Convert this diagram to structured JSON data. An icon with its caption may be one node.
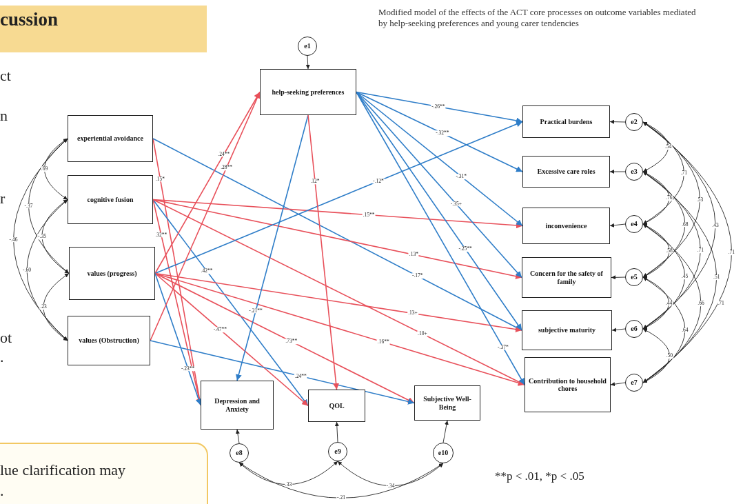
{
  "diagram": {
    "title": "Modified model of the effects of the ACT core processes on outcome variables mediated by help-seeking preferences and young carer tendencies",
    "nodes": [
      {
        "text": [
          "experiential avoidance"
        ]
      },
      {
        "text": [
          "cognitive fusion"
        ]
      },
      {
        "text": [
          "values (progress)"
        ]
      },
      {
        "text": [
          "values (Obstruction)"
        ]
      },
      {
        "text": [
          "e1"
        ]
      },
      {
        "text": [
          "help-seeking preferences"
        ]
      },
      {
        "text": [
          "Practical burdens"
        ]
      },
      {
        "text": [
          "Excessive care roles"
        ]
      },
      {
        "text": [
          "inconvenience"
        ]
      },
      {
        "text": [
          "Concern for the safety of family"
        ]
      },
      {
        "text": [
          "subjective maturity"
        ]
      },
      {
        "text": [
          "Contribution to household chores"
        ]
      },
      {
        "text": [
          "e2"
        ]
      },
      {
        "text": [
          "e3"
        ]
      },
      {
        "text": [
          "e4"
        ]
      },
      {
        "text": [
          "e5"
        ]
      },
      {
        "text": [
          "e6"
        ]
      },
      {
        "text": [
          "e7"
        ]
      },
      {
        "text": [
          "Depression and Anxiety"
        ]
      },
      {
        "text": [
          "QOL"
        ]
      },
      {
        "text": [
          "Subjective Well-Being"
        ]
      },
      {
        "text": [
          "e8"
        ]
      },
      {
        "text": [
          "e9"
        ]
      },
      {
        "text": [
          "e10"
        ]
      }
    ],
    "edges": [
      {
        "from": 0,
        "to": 18,
        "arrow": "to",
        "label": ".15*",
        "color": "#e8505a"
      },
      {
        "from": 0,
        "to": 10,
        "arrow": "to",
        "label": "-.17*",
        "color": "#2e7dc8"
      },
      {
        "from": 1,
        "to": 18,
        "arrow": "to",
        "label": ".32**",
        "color": "#e8505a"
      },
      {
        "from": 1,
        "to": 19,
        "arrow": "to",
        "label": ".42**",
        "color": "#2e7dc8"
      },
      {
        "from": 1,
        "to": 8,
        "arrow": "to",
        "label": ".15**",
        "color": "#e8505a"
      },
      {
        "from": 1,
        "to": 9,
        "arrow": "to",
        "label": ".13*",
        "color": "#e8505a"
      },
      {
        "from": 1,
        "to": 11,
        "arrow": "to",
        "label": ".10+",
        "color": "#e8505a"
      },
      {
        "from": 2,
        "to": 5,
        "arrow": "to",
        "label": ".24**",
        "color": "#e8505a"
      },
      {
        "from": 2,
        "to": 6,
        "arrow": "to",
        "label": "-.12*",
        "color": "#2e7dc8"
      },
      {
        "from": 2,
        "to": 10,
        "arrow": "to",
        "label": ".13+",
        "color": "#e8505a"
      },
      {
        "from": 2,
        "to": 11,
        "arrow": "to",
        "label": ".16**",
        "color": "#e8505a"
      },
      {
        "from": 2,
        "to": 20,
        "arrow": "to",
        "label": ".73**",
        "color": "#e8505a"
      },
      {
        "from": 2,
        "to": 19,
        "arrow": "to",
        "label": "-.47**",
        "color": "#e8505a"
      },
      {
        "from": 2,
        "to": 18,
        "arrow": "to",
        "label": "-.23**",
        "color": "#2e7dc8"
      },
      {
        "from": 3,
        "to": 5,
        "arrow": "to",
        "label": ".28**",
        "color": "#e8505a"
      },
      {
        "from": 3,
        "to": 20,
        "arrow": "to",
        "label": ".24**",
        "color": "#2e7dc8"
      },
      {
        "from": 5,
        "to": 18,
        "arrow": "to",
        "label": "-.21**",
        "color": "#2e7dc8"
      },
      {
        "from": 5,
        "to": 19,
        "arrow": "to",
        "label": ".12*",
        "color": "#e8505a"
      },
      {
        "from": 5,
        "to": 6,
        "arrow": "to",
        "label": "-.26**",
        "color": "#2e7dc8"
      },
      {
        "from": 5,
        "to": 7,
        "arrow": "to",
        "label": "-.32**",
        "color": "#2e7dc8"
      },
      {
        "from": 5,
        "to": 8,
        "arrow": "to",
        "label": "-.31*",
        "color": "#2e7dc8"
      },
      {
        "from": 5,
        "to": 9,
        "arrow": "to",
        "label": "-.35+",
        "color": "#2e7dc8"
      },
      {
        "from": 5,
        "to": 10,
        "arrow": "to",
        "label": "-.25**",
        "color": "#2e7dc8"
      },
      {
        "from": 5,
        "to": 11,
        "arrow": "to",
        "label": "-.37*",
        "color": "#2e7dc8"
      },
      {
        "from": 4,
        "to": 5,
        "arrow": "to"
      },
      {
        "from": 12,
        "to": 6,
        "arrow": "to"
      },
      {
        "from": 13,
        "to": 7,
        "arrow": "to"
      },
      {
        "from": 14,
        "to": 8,
        "arrow": "to"
      },
      {
        "from": 15,
        "to": 9,
        "arrow": "to"
      },
      {
        "from": 16,
        "to": 10,
        "arrow": "to"
      },
      {
        "from": 17,
        "to": 11,
        "arrow": "to"
      },
      {
        "from": 21,
        "to": 18,
        "arrow": "to"
      },
      {
        "from": 22,
        "to": 19,
        "arrow": "to"
      },
      {
        "from": 23,
        "to": 20,
        "arrow": "to"
      },
      {
        "from": 0,
        "to": 1,
        "arrow": "both",
        "label": ".69"
      },
      {
        "from": 0,
        "to": 2,
        "arrow": "both",
        "label": "-.37"
      },
      {
        "from": 0,
        "to": 3,
        "arrow": "both",
        "label": "-.46"
      },
      {
        "from": 1,
        "to": 2,
        "arrow": "both",
        "label": "-.35"
      },
      {
        "from": 1,
        "to": 3,
        "arrow": "both",
        "label": "-.60"
      },
      {
        "from": 2,
        "to": 3,
        "arrow": "both",
        "label": ".23"
      },
      {
        "from": 12,
        "to": 13,
        "arrow": "both",
        "label": ".54"
      },
      {
        "from": 12,
        "to": 14,
        "arrow": "both",
        "label": ".71"
      },
      {
        "from": 12,
        "to": 15,
        "arrow": "both",
        "label": ".53"
      },
      {
        "from": 12,
        "to": 16,
        "arrow": "both",
        "label": ".43"
      },
      {
        "from": 12,
        "to": 17,
        "arrow": "both",
        "label": ".71"
      },
      {
        "from": 13,
        "to": 14,
        "arrow": "both",
        "label": ".76"
      },
      {
        "from": 13,
        "to": 15,
        "arrow": "both",
        "label": ".68"
      },
      {
        "from": 13,
        "to": 16,
        "arrow": "both",
        "label": ".71"
      },
      {
        "from": 13,
        "to": 17,
        "arrow": "both",
        "label": ".51"
      },
      {
        "from": 14,
        "to": 15,
        "arrow": "both",
        "label": ".58"
      },
      {
        "from": 14,
        "to": 16,
        "arrow": "both",
        "label": ".45"
      },
      {
        "from": 14,
        "to": 17,
        "arrow": "both",
        "label": ".66"
      },
      {
        "from": 15,
        "to": 16,
        "arrow": "both",
        "label": ".44"
      },
      {
        "from": 15,
        "to": 17,
        "arrow": "both",
        "label": ".64"
      },
      {
        "from": 16,
        "to": 17,
        "arrow": "both",
        "label": ".50"
      },
      {
        "from": 21,
        "to": 22,
        "arrow": "both",
        "label": ".33"
      },
      {
        "from": 22,
        "to": 23,
        "arrow": "both",
        "label": "-.34"
      },
      {
        "from": 21,
        "to": 23,
        "arrow": "both",
        "label": "-.21"
      }
    ],
    "labels": [
      "cussion",
      "ct",
      "n",
      "r",
      "ot",
      ".",
      ".71",
      "lue clarification may",
      ".",
      "**p < .01, *p < .05"
    ]
  }
}
